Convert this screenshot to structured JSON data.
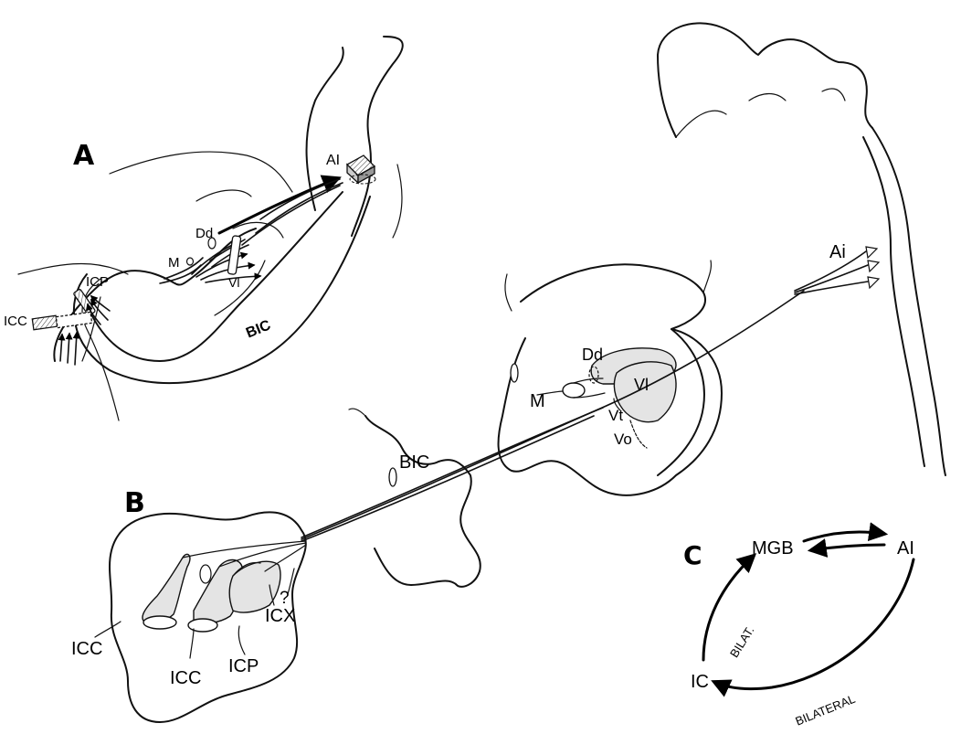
{
  "panels": {
    "a": "A",
    "b": "B",
    "c": "C"
  },
  "panel_a": {
    "labels": {
      "ai": "AI",
      "dd": "Dd",
      "m": "M",
      "vl": "Vl",
      "icp": "ICP",
      "icc": "ICC",
      "bic": "BIC"
    }
  },
  "panel_b": {
    "labels": {
      "ai": "Ai",
      "dd": "Dd",
      "m": "M",
      "vl": "Vl",
      "vt": "Vt",
      "vo": "Vo",
      "bic": "BIC",
      "icc_left": "ICC",
      "icc_right": "ICC",
      "icp": "ICP",
      "icx": "ICX",
      "question": "?"
    }
  },
  "panel_c": {
    "nodes": {
      "mgb": "MGB",
      "ai": "AI",
      "ic": "IC"
    },
    "edges": {
      "ic_to_mgb": "BILAT.",
      "ai_to_ic": "BILATERAL"
    }
  }
}
